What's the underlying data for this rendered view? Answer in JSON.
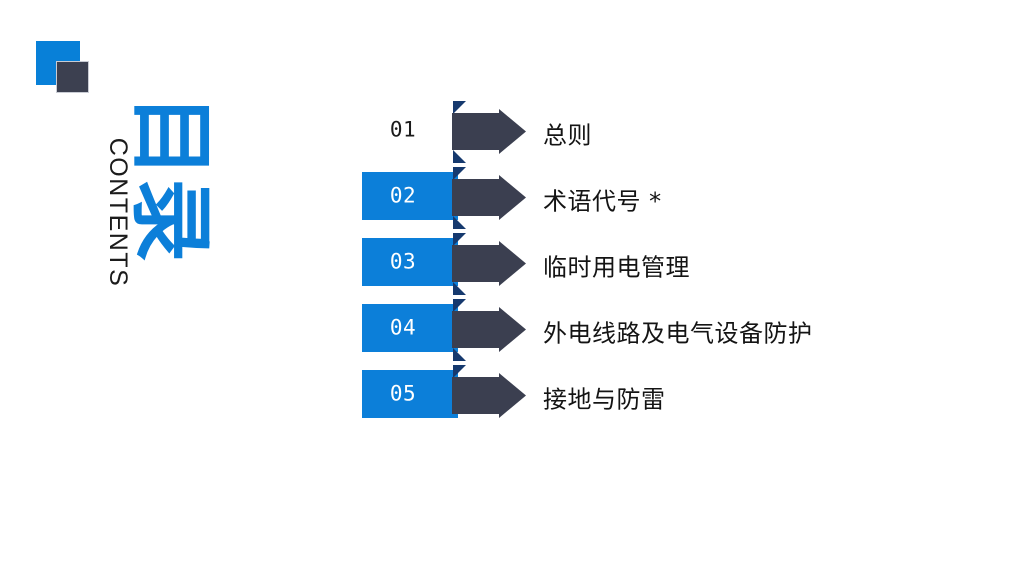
{
  "slide": {
    "background_color": "#ffffff",
    "accent_blue": "#0c7fd9",
    "accent_dark": "#3c4050",
    "arrow_fill": "#3b3f50",
    "arrow_tail": "#16396e",
    "title_cn": "目录",
    "title_en": "CONTENTS"
  },
  "logo": {
    "square_blue_color": "#0880d8",
    "square_dark_color": "#3c4050"
  },
  "contents": {
    "items": [
      {
        "number": "01",
        "label": "总则",
        "highlighted": false
      },
      {
        "number": "02",
        "label": "术语代号 *",
        "highlighted": true
      },
      {
        "number": "03",
        "label": "临时用电管理",
        "highlighted": true
      },
      {
        "number": "04",
        "label": "外电线路及电气设备防护",
        "highlighted": true
      },
      {
        "number": "05",
        "label": "接地与防雷",
        "highlighted": true
      }
    ]
  }
}
